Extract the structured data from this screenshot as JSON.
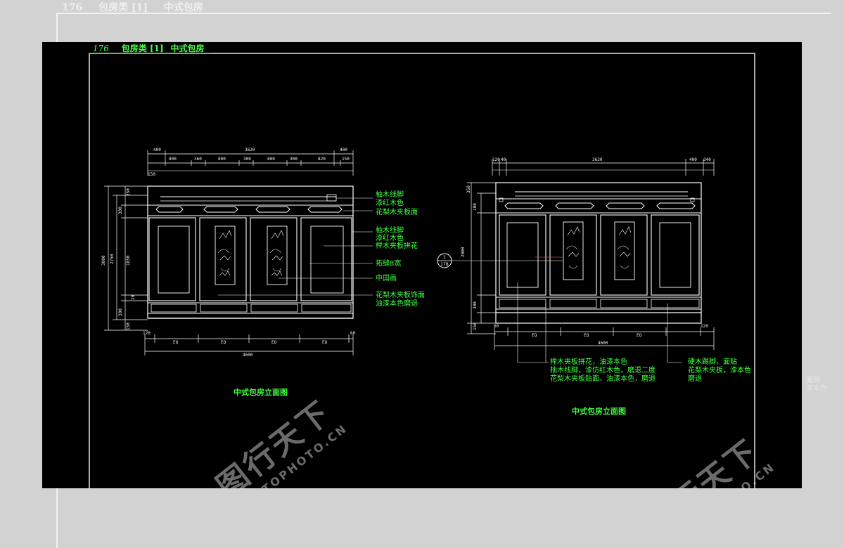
{
  "header": {
    "page_number": "176",
    "category": "包房类 [1]",
    "title": "中式包房"
  },
  "ghost_header": {
    "page_number": "176",
    "category": "包房类 [1]",
    "title": "中式包房"
  },
  "left_view": {
    "caption": "中式包房立面图",
    "top_dims_outer": [
      "400",
      "3620",
      "400"
    ],
    "top_dims_inner": [
      "800",
      "360",
      "800",
      "300",
      "800",
      "300",
      "820",
      "150"
    ],
    "top_dim_small": "150",
    "left_dims_outer": [
      "3000",
      "2750"
    ],
    "left_dims_inner": [
      "350",
      "300",
      "1850",
      "20",
      "300",
      "150"
    ],
    "bottom_dims_ends": [
      "120",
      "60"
    ],
    "bottom_dims_eq": [
      "EQ",
      "EQ",
      "EQ",
      "EQ"
    ],
    "bottom_total": "4600",
    "annotations": [
      "柚木线脚",
      "漆红木色",
      "花梨木夹板面",
      "柚木线脚",
      "漆红木色",
      "榉木夹板拼花",
      "拓缝8宽",
      "中国画",
      "花梨木夹板饰面",
      "油漆本色磨退"
    ]
  },
  "right_view": {
    "caption": "中式包房立面图",
    "top_dims_outer": [
      "120",
      "40",
      "3620",
      "400",
      "240"
    ],
    "left_dims": [
      "350",
      "100",
      "2000",
      "300",
      "150"
    ],
    "bottom_dims_ends": [
      "60",
      "120"
    ],
    "bottom_dims_eq": [
      "EQ",
      "EQ",
      "EQ"
    ],
    "bottom_total": "4600",
    "section_marker": {
      "top": "1",
      "bottom": "178"
    },
    "notes_left": [
      "榉木夹板拼花，油漆本色",
      "柚木线脚，漆仿红木色，磨退二度",
      "花梨木夹板贴面，油漆本色，磨退"
    ],
    "notes_right": [
      "硬木踢脚，面贴",
      "花梨木夹板，漆本色",
      "磨退"
    ]
  },
  "ghost_right_text": [
    "面贴",
    "漆本色"
  ],
  "watermarks": [
    {
      "big": "图行天下",
      "small": "PHOTOPHOTO.CN"
    },
    {
      "big": "图行天下",
      "small": "PHOTOPHOTO.CN"
    }
  ],
  "colors": {
    "line": "#ffffff",
    "label": "#3fff3f",
    "frame": "#d8d8d8",
    "background": "#000000",
    "outer_background": "#d2d2d2"
  }
}
